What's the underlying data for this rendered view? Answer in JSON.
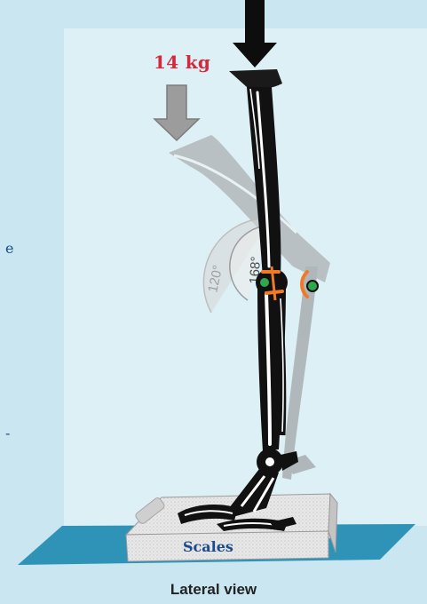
{
  "figure": {
    "load": "14 kg",
    "angle_extended": "168°",
    "angle_flexed": "120°",
    "scales_label": "Scales",
    "view_label": "Lateral view",
    "cut_text_1": "e",
    "cut_text_2": "-"
  },
  "colors": {
    "background": "#c9e6f1",
    "backdrop_panel": "#ddf0f6",
    "floor": "#2f93b8",
    "load_label": "#d4283c",
    "scales_label": "#1b4b8c",
    "marker_orange": "#f07a26",
    "marker_green": "#2ea84a"
  },
  "icons": {
    "main_arrow": "down-arrow-black",
    "load_arrow": "down-arrow-gray"
  }
}
